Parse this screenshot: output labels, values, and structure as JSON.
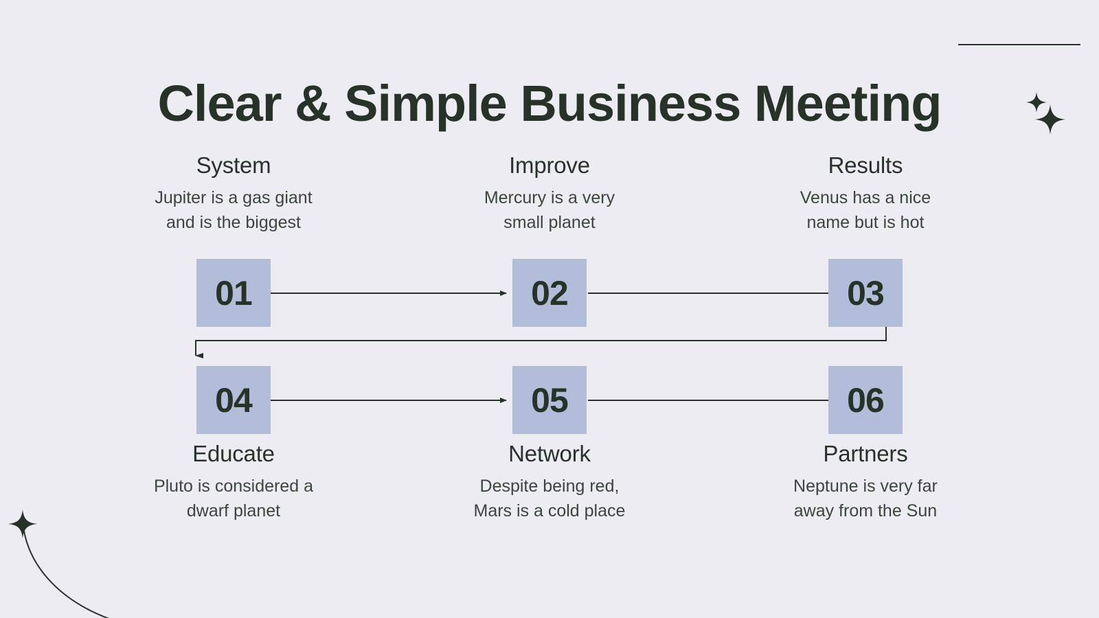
{
  "slide": {
    "title": "Clear & Simple Business Meeting",
    "background_color": "#edecf2",
    "text_color": "#273229",
    "accent_color": "#b2bdda"
  },
  "steps": [
    {
      "number": "01",
      "title": "System",
      "description": "Jupiter is a gas giant\nand is the biggest",
      "label_position": "above"
    },
    {
      "number": "02",
      "title": "Improve",
      "description": "Mercury is a very\nsmall planet",
      "label_position": "above"
    },
    {
      "number": "03",
      "title": "Results",
      "description": "Venus has a nice\nname but is hot",
      "label_position": "above"
    },
    {
      "number": "04",
      "title": "Educate",
      "description": "Pluto is considered a\ndwarf planet",
      "label_position": "below"
    },
    {
      "number": "05",
      "title": "Network",
      "description": "Despite being red,\nMars is a cold place",
      "label_position": "below"
    },
    {
      "number": "06",
      "title": "Partners",
      "description": "Neptune is very far\naway from the Sun",
      "label_position": "below"
    }
  ],
  "decorations": {
    "top_rule": "horizontal-rule",
    "sparkle_small_top_right": "sparkle-icon",
    "sparkle_large_top_right": "sparkle-icon",
    "sparkle_bottom_left": "sparkle-icon",
    "arc_bottom_left": "curved-line"
  }
}
